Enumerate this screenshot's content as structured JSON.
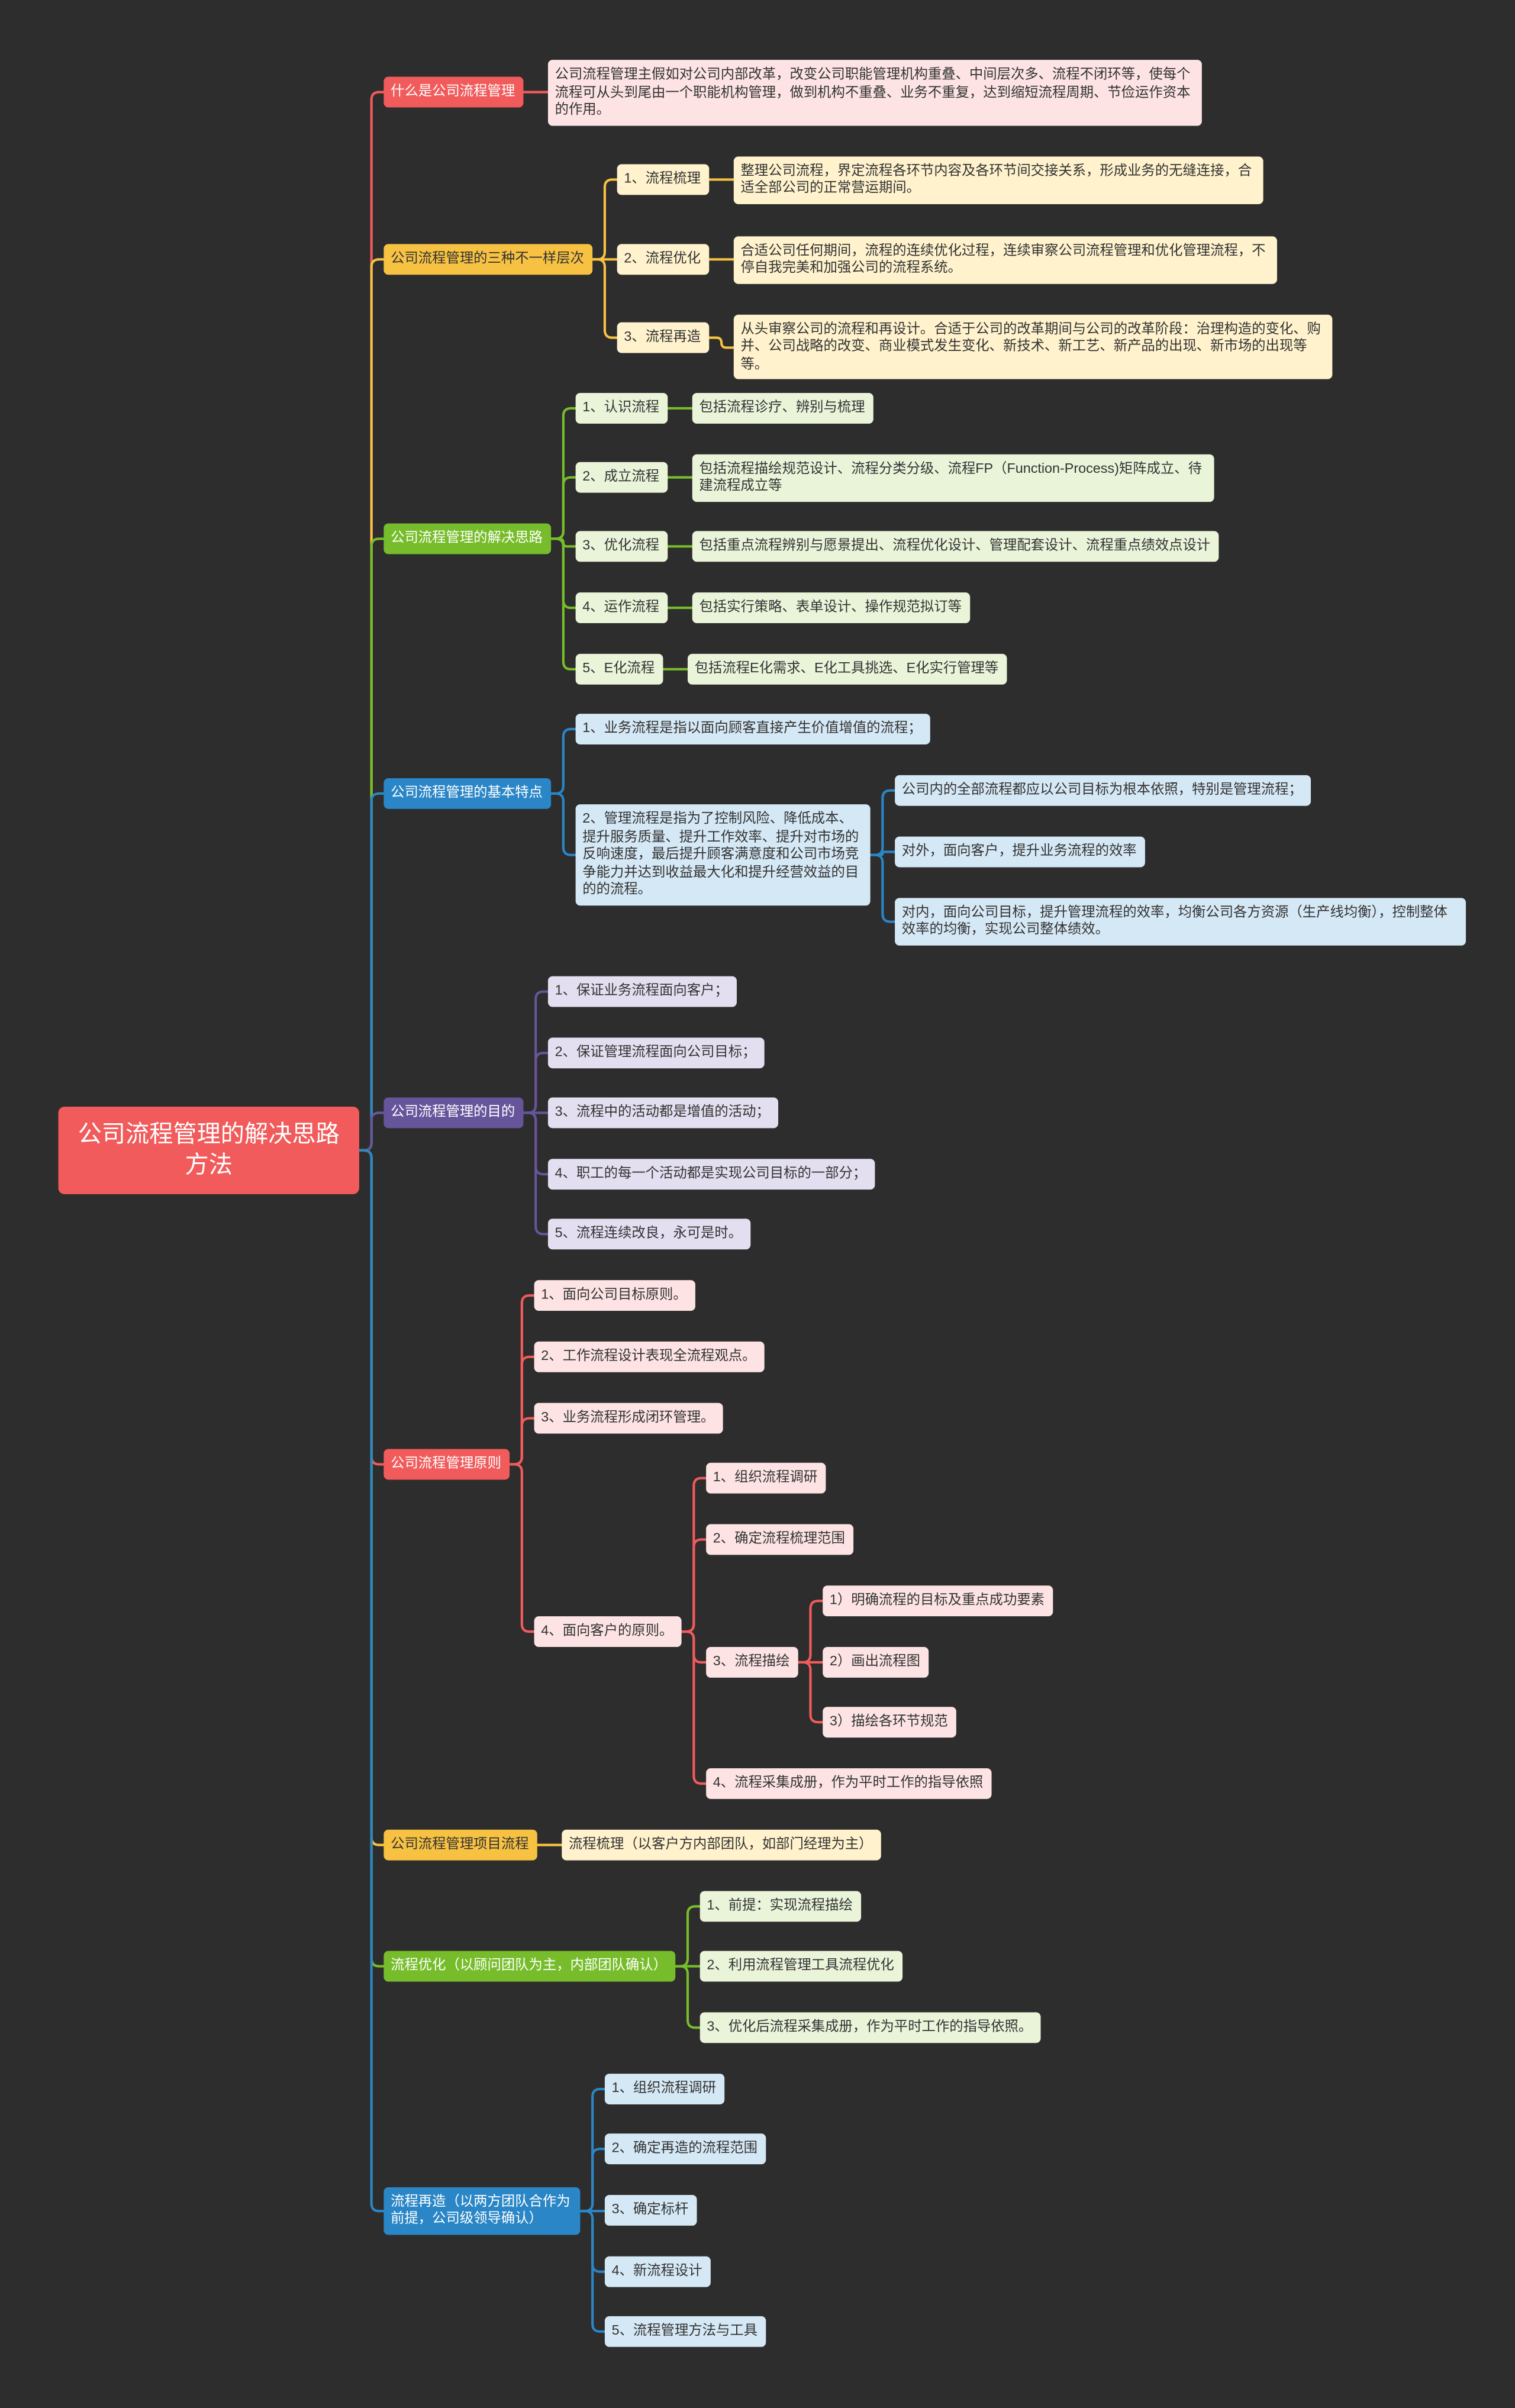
{
  "canvas": {
    "background": "#2d2d2d",
    "child_ink": "#333333"
  },
  "root": {
    "text": "公司流程管理的解决思路方法",
    "color": "#f15b5b",
    "ink": "#ffffff"
  },
  "branches": [
    {
      "text": "什么是公司流程管理",
      "color": "#f15b5b",
      "fill": "#fde3e3",
      "ink": "#ffffff",
      "children": [
        {
          "text": "公司流程管理主假如对公司内部改革，改变公司职能管理机构重叠、中间层次多、流程不闭环等，使每个流程可从头到尾由一个职能机构管理，做到机构不重叠、业务不重复，达到缩短流程周期、节俭运作资本的作用。"
        }
      ]
    },
    {
      "text": "公司流程管理的三种不一样层次",
      "color": "#f7c142",
      "fill": "#fff2cc",
      "ink": "#333333",
      "children": [
        {
          "text": "1、流程梳理",
          "children": [
            {
              "text": "整理公司流程，界定流程各环节内容及各环节间交接关系，形成业务的无缝连接，合适全部公司的正常营运期间。"
            }
          ]
        },
        {
          "text": "2、流程优化",
          "children": [
            {
              "text": "合适公司任何期间，流程的连续优化过程，连续审察公司流程管理和优化管理流程，不停自我完美和加强公司的流程系统。"
            }
          ]
        },
        {
          "text": "3、流程再造",
          "children": [
            {
              "text": "从头审察公司的流程和再设计。合适于公司的改革期间与公司的改革阶段：治理构造的变化、购并、公司战略的改变、商业模式发生变化、新技术、新工艺、新产品的出现、新市场的出现等等。"
            }
          ]
        }
      ]
    },
    {
      "text": "公司流程管理的解决思路",
      "color": "#77bd2b",
      "fill": "#e9f4d9",
      "ink": "#ffffff",
      "children": [
        {
          "text": "1、认识流程",
          "children": [
            {
              "text": "包括流程诊疗、辨别与梳理"
            }
          ]
        },
        {
          "text": "2、成立流程",
          "children": [
            {
              "text": "包括流程描绘规范设计、流程分类分级、流程FP（Function-Process)矩阵成立、待建流程成立等"
            }
          ]
        },
        {
          "text": "3、优化流程",
          "children": [
            {
              "text": "包括重点流程辨别与愿景提出、流程优化设计、管理配套设计、流程重点绩效点设计"
            }
          ]
        },
        {
          "text": "4、运作流程",
          "children": [
            {
              "text": "包括实行策略、表单设计、操作规范拟订等"
            }
          ]
        },
        {
          "text": "5、E化流程",
          "children": [
            {
              "text": "包括流程E化需求、E化工具挑选、E化实行管理等"
            }
          ]
        }
      ]
    },
    {
      "text": "公司流程管理的基本特点",
      "color": "#2a86c6",
      "fill": "#d5e8f5",
      "ink": "#ffffff",
      "children": [
        {
          "text": "1、业务流程是指以面向顾客直接产生价值增值的流程；"
        },
        {
          "text": "2、管理流程是指为了控制风险、降低成本、提升服务质量、提升工作效率、提升对市场的反响速度，最后提升顾客满意度和公司市场竞争能力并达到收益最大化和提升经营效益的目的的流程。",
          "children": [
            {
              "text": "公司内的全部流程都应以公司目标为根本依照，特别是管理流程；"
            },
            {
              "text": "对外，面向客户，提升业务流程的效率"
            },
            {
              "text": "对内，面向公司目标，提升管理流程的效率，均衡公司各方资源（生产线均衡），控制整体效率的均衡，实现公司整体绩效。"
            }
          ]
        }
      ]
    },
    {
      "text": "公司流程管理的目的",
      "color": "#66559b",
      "fill": "#e3dff0",
      "ink": "#ffffff",
      "children": [
        {
          "text": "1、保证业务流程面向客户；"
        },
        {
          "text": "2、保证管理流程面向公司目标；"
        },
        {
          "text": "3、流程中的活动都是增值的活动；"
        },
        {
          "text": "4、职工的每一个活动都是实现公司目标的一部分；"
        },
        {
          "text": "5、流程连续改良，永可是时。"
        }
      ]
    },
    {
      "text": "公司流程管理原则",
      "color": "#f15b5b",
      "fill": "#fde3e3",
      "ink": "#ffffff",
      "children": [
        {
          "text": "1、面向公司目标原则。"
        },
        {
          "text": "2、工作流程设计表现全流程观点。"
        },
        {
          "text": "3、业务流程形成闭环管理。"
        },
        {
          "text": "4、面向客户的原则。",
          "children": [
            {
              "text": "1、组织流程调研"
            },
            {
              "text": "2、确定流程梳理范围"
            },
            {
              "text": "3、流程描绘",
              "children": [
                {
                  "text": "1）明确流程的目标及重点成功要素"
                },
                {
                  "text": "2）画出流程图"
                },
                {
                  "text": "3）描绘各环节规范"
                }
              ]
            },
            {
              "text": "4、流程采集成册，作为平时工作的指导依照"
            }
          ]
        }
      ]
    },
    {
      "text": "公司流程管理项目流程",
      "color": "#f7c142",
      "fill": "#fff2cc",
      "ink": "#333333",
      "children": [
        {
          "text": "流程梳理（以客户方内部团队，如部门经理为主）"
        }
      ]
    },
    {
      "text": "流程优化（以顾问团队为主，内部团队确认）",
      "color": "#77bd2b",
      "fill": "#e9f4d9",
      "ink": "#ffffff",
      "children": [
        {
          "text": "1、前提：实现流程描绘"
        },
        {
          "text": "2、利用流程管理工具流程优化"
        },
        {
          "text": "3、优化后流程采集成册，作为平时工作的指导依照。"
        }
      ]
    },
    {
      "text": "流程再造（以两方团队合作为前提，公司级领导确认）",
      "color": "#2a86c6",
      "fill": "#d5e8f5",
      "ink": "#ffffff",
      "children": [
        {
          "text": "1、组织流程调研"
        },
        {
          "text": "2、确定再造的流程范围"
        },
        {
          "text": "3、确定标杆"
        },
        {
          "text": "4、新流程设计"
        },
        {
          "text": "5、流程管理方法与工具"
        }
      ]
    }
  ]
}
